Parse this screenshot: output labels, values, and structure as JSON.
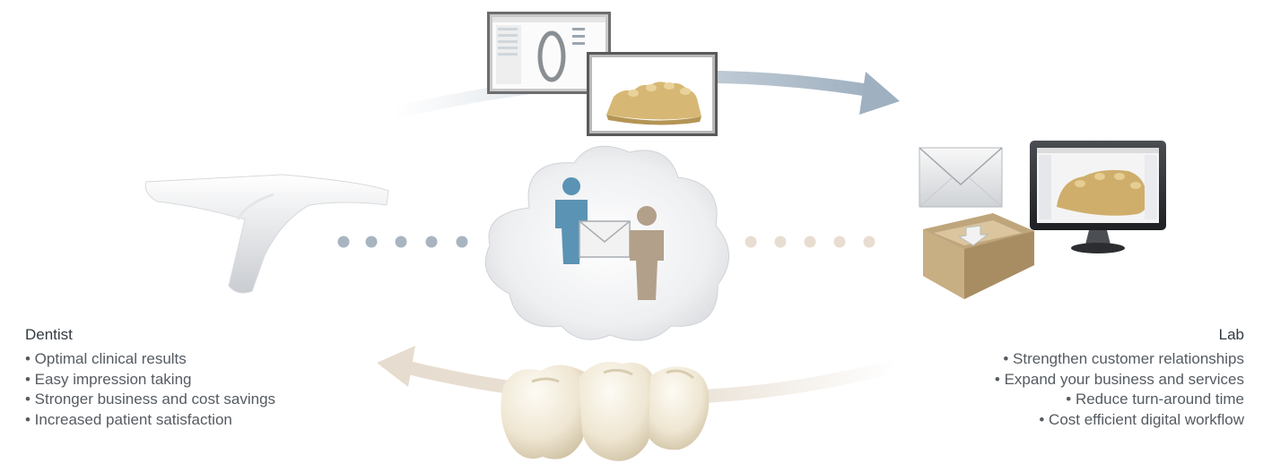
{
  "dentist": {
    "title": "Dentist",
    "benefits": [
      "• Optimal clinical results",
      "• Easy impression taking",
      "• Stronger business and cost savings",
      "• Increased patient satisfaction"
    ]
  },
  "lab": {
    "title": "Lab",
    "benefits": [
      "• Strengthen customer relationships",
      "• Expand your business and services",
      "• Reduce turn-around time",
      "• Cost efficient digital workflow"
    ]
  },
  "colors": {
    "dentist_dots": "#a9b4c1",
    "lab_dots": "#e8ddd1",
    "top_arrow": "#9fb0c0",
    "bottom_arrow": "#e6dccf",
    "person_blue": "#5b93b4",
    "person_tan": "#b3a08a"
  },
  "icons": [
    "intraoral-scanner-icon",
    "cloud-icon",
    "envelope-icon",
    "person-icon",
    "monitor-icon",
    "inbox-tray-icon",
    "dental-model-icon",
    "crown-bridge-icon",
    "arrow-icon"
  ]
}
